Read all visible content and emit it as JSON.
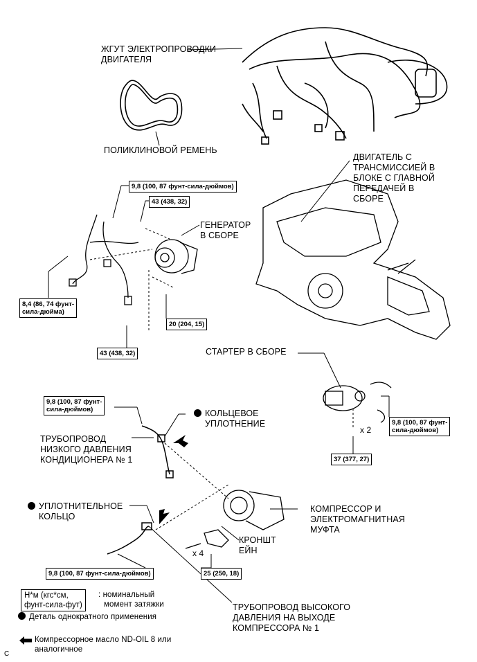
{
  "labels": {
    "harness": [
      "ЖГУТ ЭЛЕКТРОПРОВОДКИ",
      "ДВИГАТЕЛЯ"
    ],
    "belt": "ПОЛИКЛИНОВОЙ РЕМЕНЬ",
    "engine": [
      "ДВИГАТЕЛЬ С",
      "ТРАНСМИССИЕЙ В",
      "БЛОКЕ С ГЛАВНОЙ",
      "ПЕРЕДАЧЕЙ В",
      "СБОРЕ"
    ],
    "generator": [
      "ГЕНЕРАТОР",
      "В СБОРЕ"
    ],
    "starter": "СТАРТЕР В СБОРЕ",
    "o_ring": [
      "КОЛЬЦЕВОЕ",
      "УПЛОТНЕНИЕ"
    ],
    "low_pipe": [
      "ТРУБОПРОВОД",
      "НИЗКОГО ДАВЛЕНИЯ",
      "КОНДИЦИОНЕРА № 1"
    ],
    "seal_ring": [
      "УПЛОТНИТЕЛЬНОЕ",
      "КОЛЬЦО"
    ],
    "compressor": [
      "КОМПРЕССОР И",
      "ЭЛЕКТРОМАГНИТНАЯ",
      "МУФТА"
    ],
    "bracket": [
      "КРОНШТ",
      "ЕЙН"
    ],
    "high_pipe": [
      "ТРУБОПРОВОД ВЫСОКОГО",
      "ДАВЛЕНИЯ НА ВЫХОДЕ",
      "КОМПРЕССОРА № 1"
    ],
    "x2": "x 2",
    "x4": "x 4"
  },
  "torques": {
    "t1": "9,8 (100, 87 фунт-сила-дюймов)",
    "t2": "43 (438, 32)",
    "t3": [
      "8,4 (86, 74 фунт-",
      "сила-дюйма)"
    ],
    "t4": "20 (204, 15)",
    "t5": "43 (438, 32)",
    "t6": [
      "9,8 (100, 87 фунт-",
      "сила-дюймов)"
    ],
    "t7": [
      "9,8 (100, 87 фунт-",
      "сила-дюймов)"
    ],
    "t8": "37 (377, 27)",
    "t9": "9,8 (100, 87 фунт-сила-дюймов)",
    "t10": "25 (250, 18)"
  },
  "legend": {
    "unit_box": [
      "Н*м (кгс*см,",
      "фунт-сила-фут)"
    ],
    "unit_text": [
      ": номинальный",
      "момент затяжки"
    ],
    "single_use": "Деталь однократного применения",
    "oil": [
      "Компрессорное масло ND-OIL 8 или",
      "аналогичное"
    ]
  },
  "corner_mark": "C"
}
